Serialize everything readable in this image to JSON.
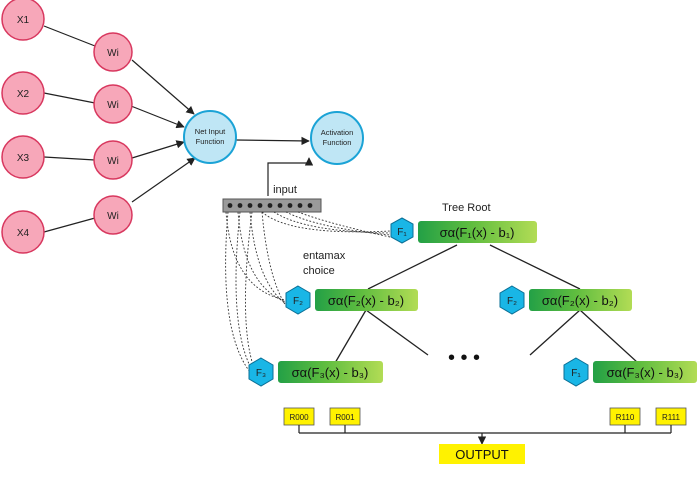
{
  "perceptron": {
    "inputs": [
      "X1",
      "X2",
      "X3",
      "X4"
    ],
    "weights": [
      "Wi",
      "Wi",
      "Wi",
      "Wi"
    ],
    "net_input": [
      "Net Input",
      "Function"
    ],
    "activation": [
      "Activation",
      "Function"
    ]
  },
  "tree": {
    "input_label": "input",
    "tree_root_label": "Tree Root",
    "entamax_label": [
      "entamax",
      "choice"
    ],
    "ellipsis": "• • •",
    "nodes": [
      {
        "feature": "F₁",
        "func": "σα(F₁(x) - b₁)"
      },
      {
        "feature": "F₂",
        "func": "σα(F₂(x) - b₂)"
      },
      {
        "feature": "F₂",
        "func": "σα(F₂(x) - b₂)"
      },
      {
        "feature": "F₃",
        "func": "σα(F₃(x) - b₃)"
      },
      {
        "feature": "F₁",
        "func": "σα(F₃(x) - b₃)"
      }
    ],
    "leaves": [
      "R000",
      "R001",
      "R110",
      "R111"
    ],
    "output_label": "OUTPUT"
  },
  "colors": {
    "input_fill": "#f7a7b9",
    "input_stroke": "#d8385f",
    "neuron_fill": "#bfe6f5",
    "neuron_stroke": "#1ba3d6",
    "hex_fill": "#19b6e6",
    "green_dark": "#2aa84a",
    "green_light": "#a9d64a",
    "leaf_fill": "#fff200"
  }
}
